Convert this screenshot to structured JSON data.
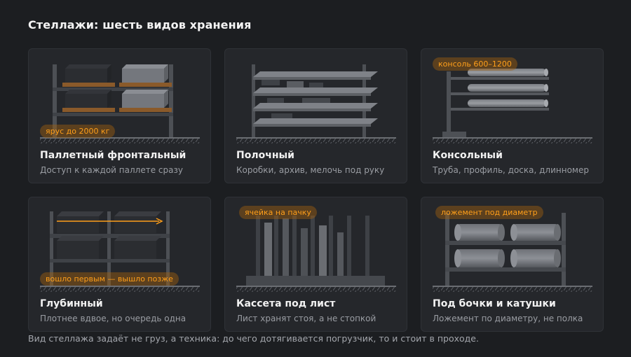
{
  "title": "Стеллажи: шесть видов хранения",
  "cards": [
    {
      "title": "Паллетный фронтальный",
      "desc": "Доступ к каждой паллете сразу",
      "badge": "ярус до 2000 кг",
      "icon": "pallet-rack-icon"
    },
    {
      "title": "Полочный",
      "desc": "Коробки, архив, мелочь под руку",
      "badge": "",
      "icon": "shelf-rack-icon"
    },
    {
      "title": "Консольный",
      "desc": "Труба, профиль, доска, длинномер",
      "badge": "консоль 600–1200",
      "icon": "cantilever-rack-icon"
    },
    {
      "title": "Глубинный",
      "desc": "Плотнее вдвое, но очередь одна",
      "badge": "вошло первым — вышло позже",
      "icon": "drive-in-rack-icon"
    },
    {
      "title": "Кассета под лист",
      "desc": "Лист хранят стоя, а не стопкой",
      "badge": "ячейка на пачку",
      "icon": "sheet-cassette-icon"
    },
    {
      "title": "Под бочки и катушки",
      "desc": "Ложемент по диаметру, не полка",
      "badge": "ложемент под диаметр",
      "icon": "drum-rack-icon"
    }
  ],
  "footnote": "Вид стеллажа задаёт не груз, а техника: до чего дотягивается погрузчик, то и стоит в проходе.",
  "colors": {
    "accent": "#ff9f1a",
    "background": "#1c1e21",
    "card": "#25272b"
  }
}
